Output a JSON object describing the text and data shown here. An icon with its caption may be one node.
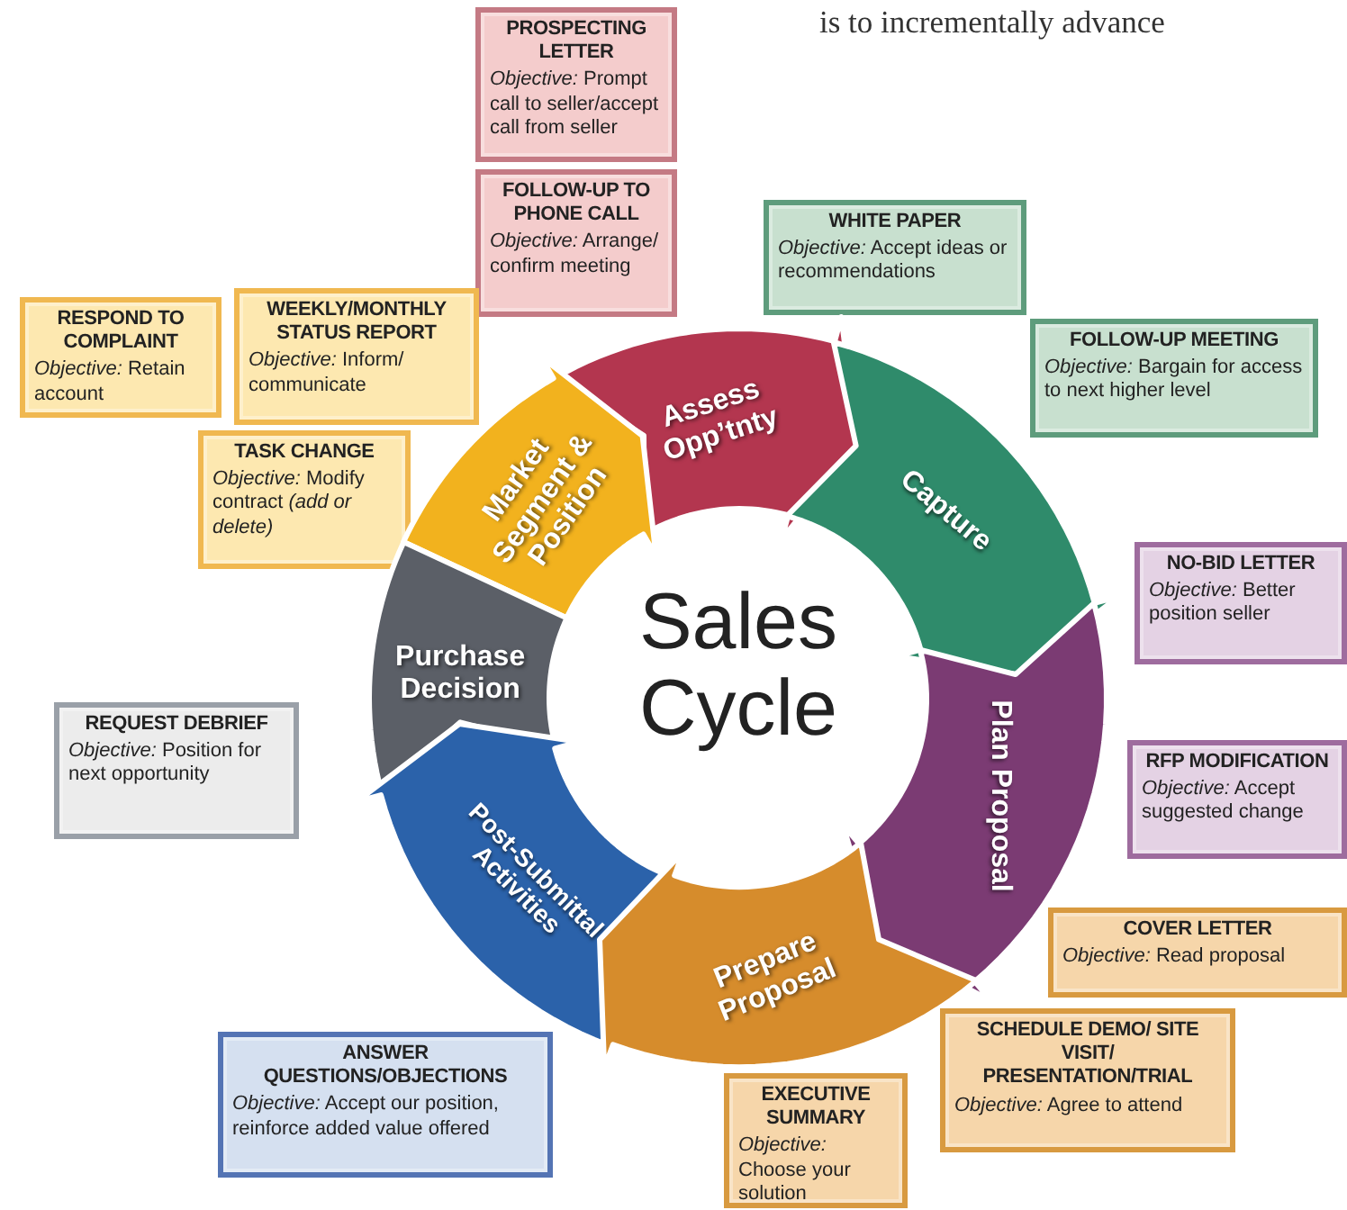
{
  "diagram": {
    "title": "Sales Cycle",
    "nodes": [
      {
        "text": [
          "PROSPECTING LETTER",
          "*Objective:* Prompt call to seller/accept call from seller"
        ]
      },
      {
        "text": [
          "FOLLOW-UP TO PHONE CALL",
          "*Objective:* Arrange/ confirm meeting"
        ]
      },
      {
        "text": [
          "WHITE PAPER",
          "*Objective:* Accept ideas or recommendations"
        ]
      },
      {
        "text": [
          "RESPOND TO COMPLAINT",
          "*Objective:* Retain account"
        ]
      },
      {
        "text": [
          "WEEKLY/MONTHLY STATUS REPORT",
          "*Objective:* Inform/ communicate"
        ]
      },
      {
        "text": [
          "FOLLOW-UP MEETING",
          "*Objective:* Bargain for access to next higher level"
        ]
      },
      {
        "text": [
          "Assess Opp’tnty"
        ]
      },
      {
        "text": [
          "Capture"
        ]
      },
      {
        "text": [
          "TASK CHANGE",
          "*Objective:* Modify contract *(add or delete)*"
        ]
      },
      {
        "text": [
          "Market Segment & Position"
        ]
      },
      {
        "text": [
          "NO-BID LETTER",
          "*Objective:* Better position seller"
        ]
      },
      {
        "text": [
          "Plan Proposal"
        ]
      },
      {
        "text": [
          "Purchase Decision"
        ]
      },
      {
        "text": [
          "REQUEST DEBRIEF",
          "*Objective:* Position for next opportunity"
        ]
      },
      {
        "text": [
          "RFP MODIFICATION",
          "*Objective:* Accept suggested change"
        ]
      },
      {
        "text": [
          "Post-Submittal Activities"
        ]
      },
      {
        "text": [
          "Prepare Proposal"
        ]
      },
      {
        "text": [
          "COVER LETTER",
          "*Objective:* Read proposal"
        ]
      },
      {
        "text": [
          "SCHEDULE DEMO/ SITE VISIT/ PRESENTATION/TRIAL",
          "*Objective:* Agree to attend"
        ]
      },
      {
        "text": [
          "ANSWER QUESTIONS/OBJECTIONS",
          "*Objective:* Accept our position, reinforce added value offered"
        ]
      },
      {
        "text": [
          "EXECUTIVE SUMMARY",
          "*Objective:* Choose your solution"
        ]
      }
    ],
    "labels": [
      "is to incrementally advance"
    ]
  }
}
